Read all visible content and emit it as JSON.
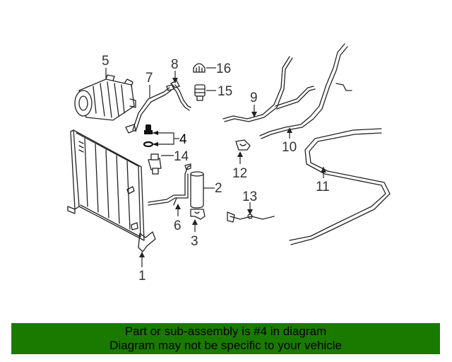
{
  "diagram": {
    "callouts": [
      "1",
      "2",
      "3",
      "4",
      "5",
      "6",
      "7",
      "8",
      "9",
      "10",
      "11",
      "12",
      "13",
      "14",
      "15",
      "16"
    ]
  },
  "banner": {
    "line1": "Part or sub-assembly is #4 in diagram",
    "line2": "Diagram may not be specific to your vehicle",
    "background": "#1a7a00"
  }
}
